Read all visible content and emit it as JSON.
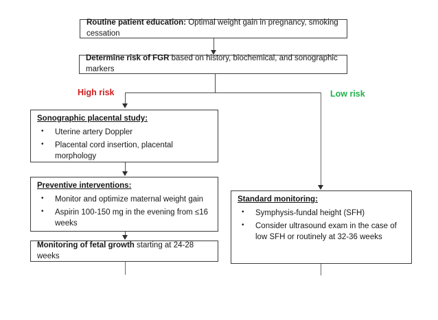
{
  "diagram": {
    "title": "FGR risk assessment and management pathway",
    "colors": {
      "high_risk": "#cc1f1f",
      "low_risk": "#22b14c",
      "box_border": "#3b3b3b",
      "connector": "#4a4a4a",
      "text": "#161616",
      "background": "#ffffff"
    },
    "nodes": {
      "routine_education": {
        "heading": "Routine patient education:",
        "body": " Optimal weight gain in pregnancy, smoking cessation"
      },
      "determine_risk": {
        "heading": "Determine risk of FGR",
        "body": " based on history, biochemical, and sonographic markers"
      },
      "sonographic_study": {
        "heading": "Sonographic placental study:",
        "bullets": [
          "Uterine artery Doppler",
          "Placental cord insertion, placental morphology"
        ]
      },
      "preventive_interventions": {
        "heading": "Preventive interventions:",
        "bullets": [
          "Monitor and optimize maternal weight gain",
          "Aspirin 100-150 mg in the evening from ≤16 weeks"
        ]
      },
      "fetal_growth_monitoring": {
        "heading": "Monitoring of fetal growth",
        "body": " starting at 24-28 weeks"
      },
      "standard_monitoring": {
        "heading": "Standard monitoring:",
        "bullets": [
          "Symphysis-fundal height (SFH)",
          "Consider ultrasound exam in the case of low SFH or routinely at 32-36 weeks"
        ]
      }
    },
    "branch_labels": {
      "high_risk": "High risk",
      "low_risk": "Low risk"
    }
  }
}
